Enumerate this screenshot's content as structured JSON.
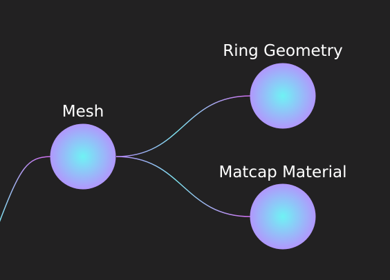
{
  "colors": {
    "background": "#222122",
    "node_center": "#6ff2f4",
    "node_edge": "#b197fc",
    "edge_start": "#d16cf0",
    "edge_end": "#7ee6f1",
    "label": "#ffffff"
  },
  "nodes": {
    "mesh": {
      "label": "Mesh"
    },
    "ring_geometry": {
      "label": "Ring Geometry"
    },
    "matcap_material": {
      "label": "Matcap Material"
    }
  },
  "edges": [
    {
      "from": "offscreen-parent",
      "to": "mesh"
    },
    {
      "from": "mesh",
      "to": "ring_geometry"
    },
    {
      "from": "mesh",
      "to": "matcap_material"
    }
  ]
}
